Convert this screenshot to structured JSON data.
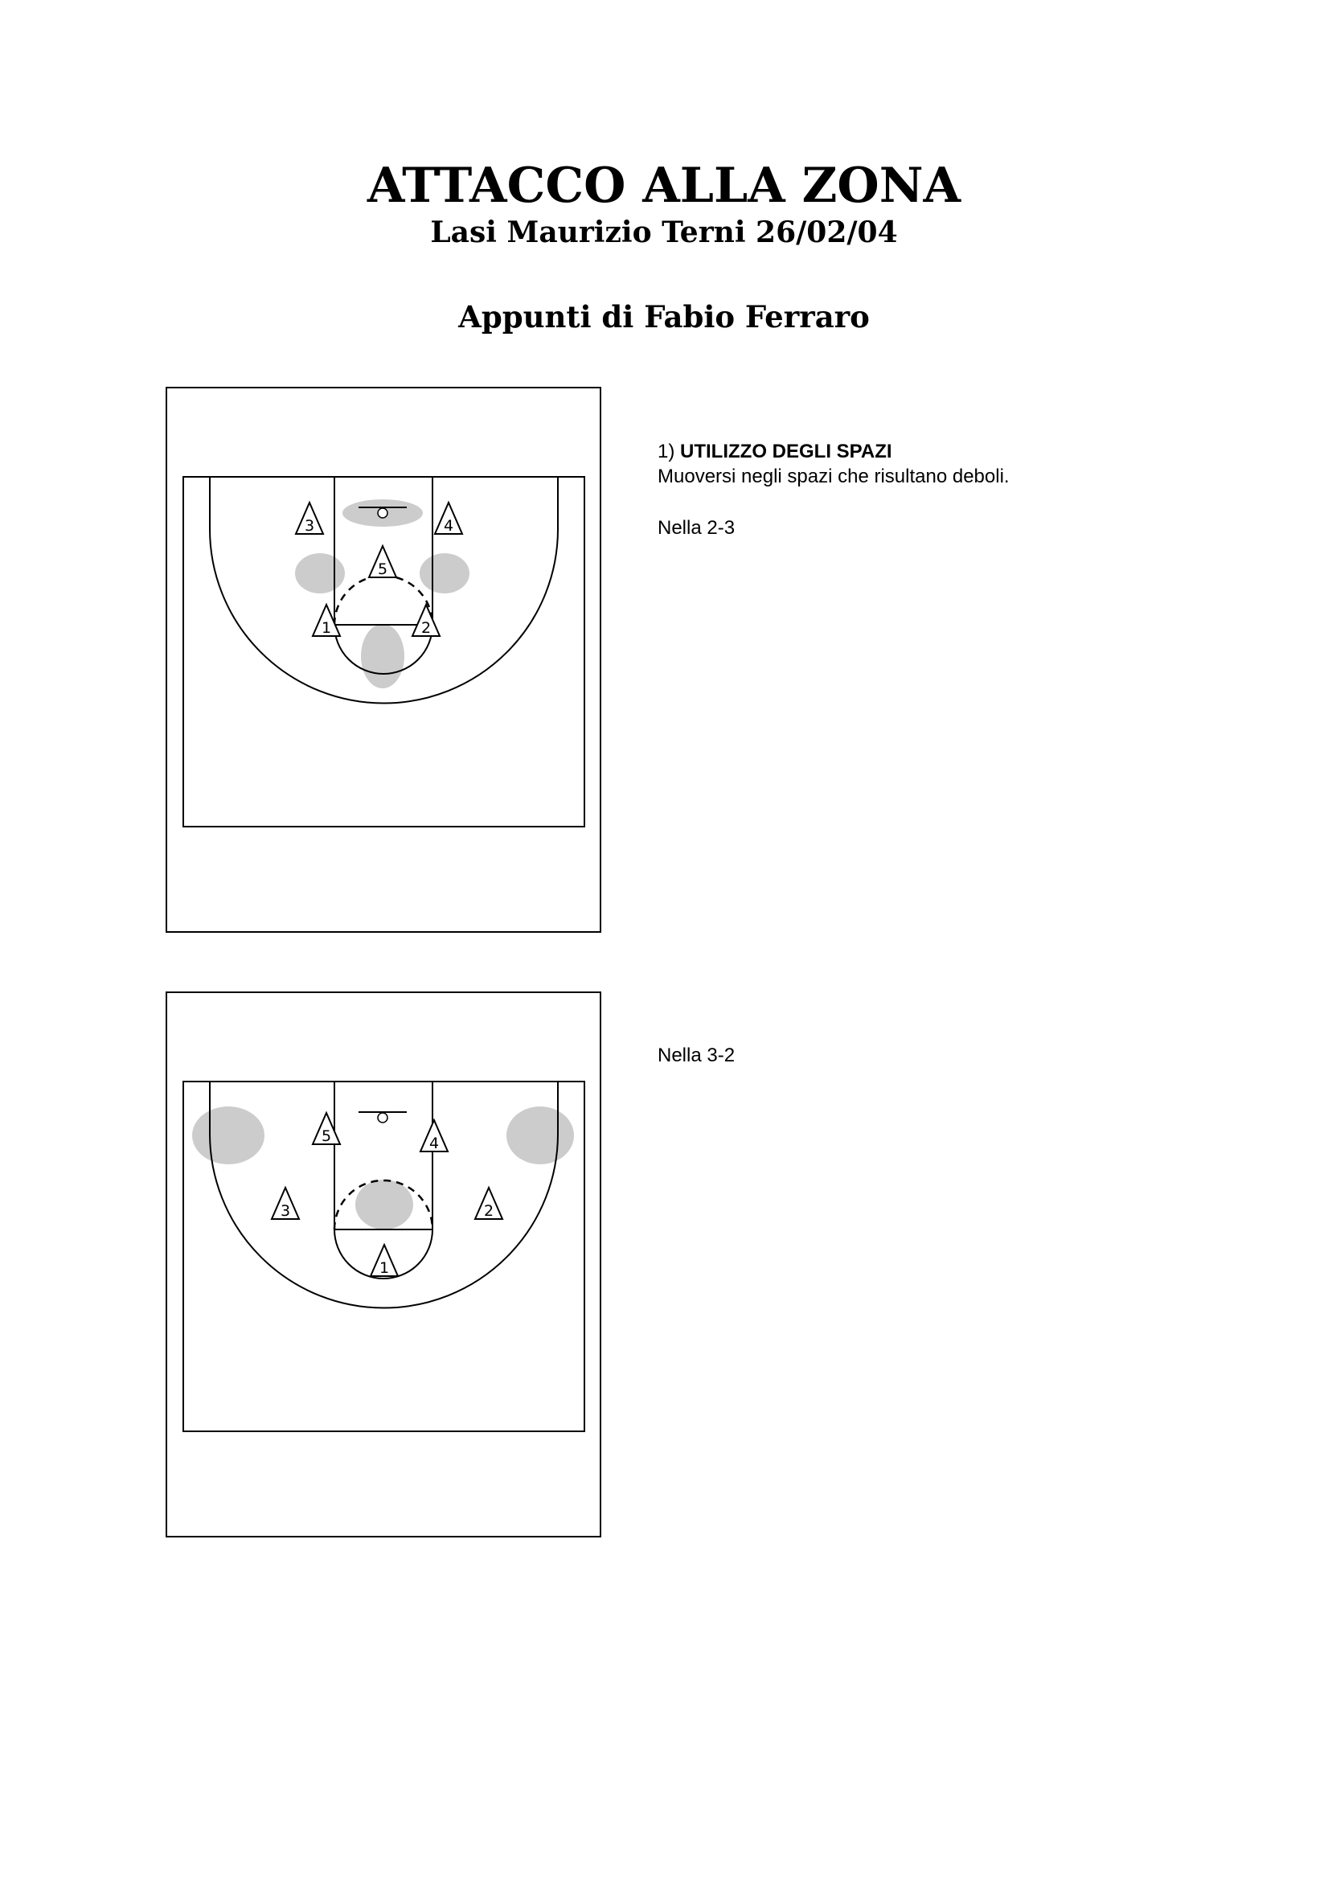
{
  "header": {
    "title": "ATTACCO ALLA ZONA",
    "subtitle": "Lasi Maurizio  Terni 26/02/04",
    "notes": "Appunti di Fabio Ferraro"
  },
  "section1": {
    "number": "1)",
    "heading": "UTILIZZO DEGLI SPAZI",
    "text": "Muoversi negli spazi che risultano deboli.",
    "caption": "Nella 2-3"
  },
  "section2": {
    "caption": "Nella 3-2"
  },
  "diagrams": [
    {
      "players": [
        "1",
        "2",
        "3",
        "4",
        "5"
      ]
    },
    {
      "players": [
        "1",
        "2",
        "3",
        "4",
        "5"
      ]
    }
  ],
  "colors": {
    "weak_zone": "#cccccc",
    "lines": "#000000"
  }
}
